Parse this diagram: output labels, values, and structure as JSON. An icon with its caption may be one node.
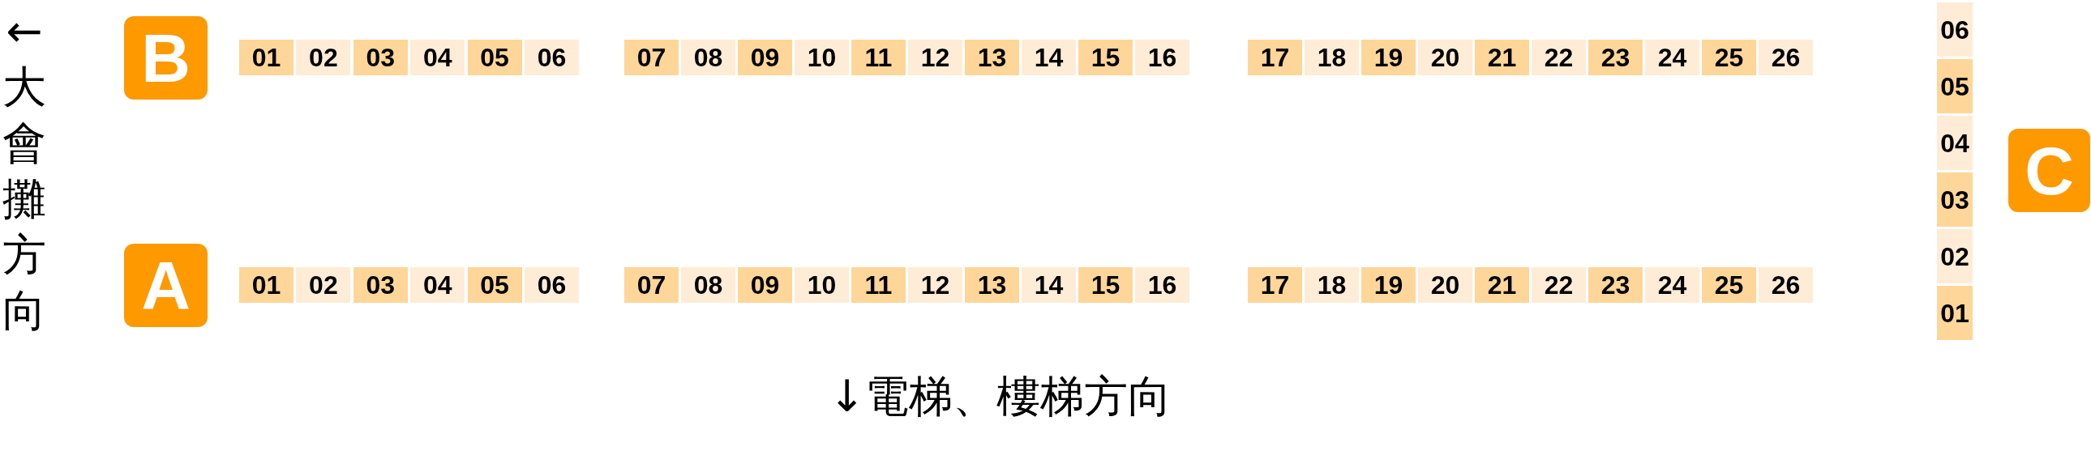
{
  "diagram": {
    "nodes": [
      {
        "text": [
          "B"
        ]
      },
      {
        "text": [
          "01"
        ]
      },
      {
        "text": [
          "02"
        ]
      },
      {
        "text": [
          "03"
        ]
      },
      {
        "text": [
          "04"
        ]
      },
      {
        "text": [
          "05"
        ]
      },
      {
        "text": [
          "06"
        ]
      },
      {
        "text": [
          "07"
        ]
      },
      {
        "text": [
          "08"
        ]
      },
      {
        "text": [
          "09"
        ]
      },
      {
        "text": [
          "10"
        ]
      },
      {
        "text": [
          "11"
        ]
      },
      {
        "text": [
          "12"
        ]
      },
      {
        "text": [
          "13"
        ]
      },
      {
        "text": [
          "14"
        ]
      },
      {
        "text": [
          "15"
        ]
      },
      {
        "text": [
          "16"
        ]
      },
      {
        "text": [
          "17"
        ]
      },
      {
        "text": [
          "18"
        ]
      },
      {
        "text": [
          "19"
        ]
      },
      {
        "text": [
          "20"
        ]
      },
      {
        "text": [
          "21"
        ]
      },
      {
        "text": [
          "22"
        ]
      },
      {
        "text": [
          "23"
        ]
      },
      {
        "text": [
          "24"
        ]
      },
      {
        "text": [
          "25"
        ]
      },
      {
        "text": [
          "26"
        ]
      },
      {
        "text": [
          "A"
        ]
      },
      {
        "text": [
          "01"
        ]
      },
      {
        "text": [
          "02"
        ]
      },
      {
        "text": [
          "03"
        ]
      },
      {
        "text": [
          "04"
        ]
      },
      {
        "text": [
          "05"
        ]
      },
      {
        "text": [
          "06"
        ]
      },
      {
        "text": [
          "07"
        ]
      },
      {
        "text": [
          "08"
        ]
      },
      {
        "text": [
          "09"
        ]
      },
      {
        "text": [
          "10"
        ]
      },
      {
        "text": [
          "11"
        ]
      },
      {
        "text": [
          "12"
        ]
      },
      {
        "text": [
          "13"
        ]
      },
      {
        "text": [
          "14"
        ]
      },
      {
        "text": [
          "15"
        ]
      },
      {
        "text": [
          "16"
        ]
      },
      {
        "text": [
          "17"
        ]
      },
      {
        "text": [
          "18"
        ]
      },
      {
        "text": [
          "19"
        ]
      },
      {
        "text": [
          "20"
        ]
      },
      {
        "text": [
          "21"
        ]
      },
      {
        "text": [
          "22"
        ]
      },
      {
        "text": [
          "23"
        ]
      },
      {
        "text": [
          "24"
        ]
      },
      {
        "text": [
          "25"
        ]
      },
      {
        "text": [
          "26"
        ]
      },
      {
        "text": [
          "C"
        ]
      },
      {
        "text": [
          "06"
        ]
      },
      {
        "text": [
          "05"
        ]
      },
      {
        "text": [
          "04"
        ]
      },
      {
        "text": [
          "03"
        ]
      },
      {
        "text": [
          "02"
        ]
      },
      {
        "text": [
          "01"
        ]
      }
    ],
    "labels": [
      "←大會攤方向",
      "↓電梯、樓梯方向"
    ]
  }
}
